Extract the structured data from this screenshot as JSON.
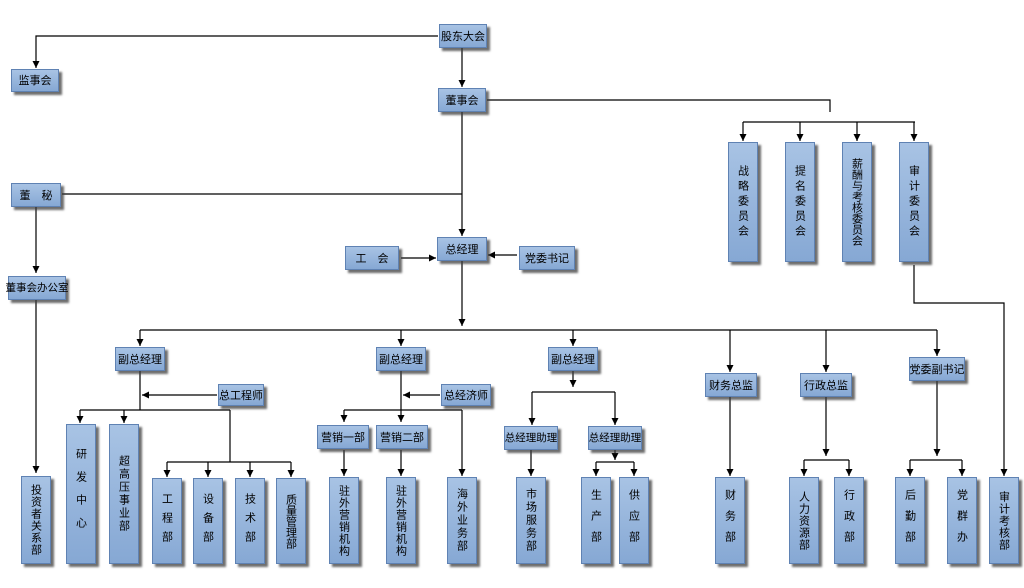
{
  "org_chart": {
    "shareholders_meeting": "股东大会",
    "supervisory_board": "监事会",
    "board": "董事会",
    "board_secretary": "董　秘",
    "board_office": "董事会办公室",
    "investor_relations": "投资者关系部",
    "committees": {
      "strategy": "战略委员会",
      "nomination": "提名委员会",
      "compensation": "薪酬与考核委员会",
      "audit": "审计委员会"
    },
    "general_manager": "总经理",
    "labor_union": "工　会",
    "party_secretary": "党委书记",
    "vp_1": "副总经理",
    "vp_2": "副总经理",
    "vp_3": "副总经理",
    "chief_engineer": "总工程师",
    "chief_economist": "总经济师",
    "rd_center": "研发中心",
    "uhv_division": "超高压事业部",
    "engineering": "工程部",
    "equipment": "设备部",
    "technology": "技术部",
    "quality": "质量管理部",
    "sales_1": "营销一部",
    "sales_2": "营销二部",
    "sales_office_1": "驻外营销机构",
    "sales_office_2": "驻外营销机构",
    "overseas": "海外业务部",
    "gm_assistant_1": "总经理助理",
    "gm_assistant_2": "总经理助理",
    "market_service": "市场服务部",
    "production": "生产部",
    "supply": "供应部",
    "finance_director": "财务总监",
    "finance": "财务部",
    "admin_director": "行政总监",
    "hr": "人力资源部",
    "administration": "行政部",
    "party_deputy": "党委副书记",
    "logistics": "后勤部",
    "party_masses": "党群办",
    "audit_dept": "审计考核部"
  }
}
